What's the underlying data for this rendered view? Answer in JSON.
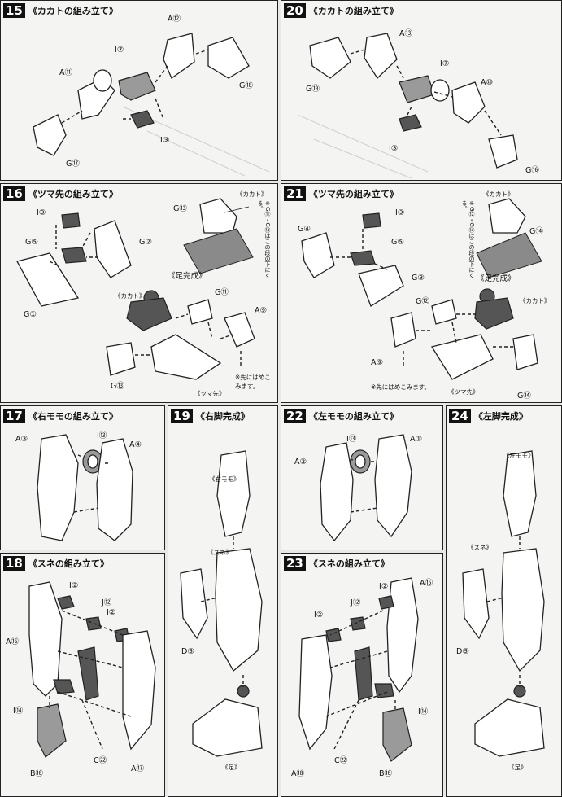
{
  "steps": {
    "s15": {
      "num": "15",
      "title": "《カカトの組み立て》",
      "labels": [
        "A⑫",
        "I⑦",
        "A⑪",
        "G⑱",
        "I③",
        "G⑰"
      ]
    },
    "s20": {
      "num": "20",
      "title": "《カカトの組み立て》",
      "labels": [
        "A⑬",
        "I⑦",
        "A⑩",
        "G⑲",
        "I③",
        "G⑯"
      ]
    },
    "s16": {
      "num": "16",
      "title": "《ツマ先の組み立て》",
      "labels": [
        "I③",
        "G⑤",
        "G②",
        "G①",
        "《カカト》",
        "G⑪",
        "A⑨",
        "G⑬",
        "《ツマ先》",
        "G⑬",
        "《カカト》"
      ],
      "sub": "《足完成》",
      "note": "※G⑪・G⑬はこの段の下にくる。",
      "note2": "※先にはめこみます。"
    },
    "s21": {
      "num": "21",
      "title": "《ツマ先の組み立て》",
      "labels": [
        "I③",
        "G④",
        "G⑤",
        "G③",
        "G⑫",
        "《カカト》",
        "A⑨",
        "《ツマ先》",
        "G⑭",
        "G⑭",
        "《カカト》"
      ],
      "sub": "《足完成》",
      "note": "※G⑫・G⑭はこの段の下にくる。",
      "note2": "※先にはめこみます。"
    },
    "s17": {
      "num": "17",
      "title": "《右モモの組み立て》",
      "labels": [
        "A③",
        "I⑬",
        "A④"
      ]
    },
    "s22": {
      "num": "22",
      "title": "《左モモの組み立て》",
      "labels": [
        "I⑬",
        "A①",
        "A②"
      ]
    },
    "s18": {
      "num": "18",
      "title": "《スネの組み立て》",
      "labels": [
        "I②",
        "J⑫",
        "I②",
        "A⑯",
        "I⑭",
        "C㉒",
        "B⑯",
        "A⑰"
      ]
    },
    "s23": {
      "num": "23",
      "title": "《スネの組み立て》",
      "labels": [
        "A⑮",
        "I②",
        "J⑫",
        "I②",
        "I⑭",
        "C㉒",
        "A⑱",
        "B⑯"
      ]
    },
    "s19": {
      "num": "19",
      "title": "《右脚完成》",
      "labels": [
        "《右モモ》",
        "《スネ》",
        "D⑤",
        "《足》"
      ]
    },
    "s24": {
      "num": "24",
      "title": "《左脚完成》",
      "labels": [
        "《左モモ》",
        "《スネ》",
        "D⑤",
        "《足》"
      ]
    }
  }
}
